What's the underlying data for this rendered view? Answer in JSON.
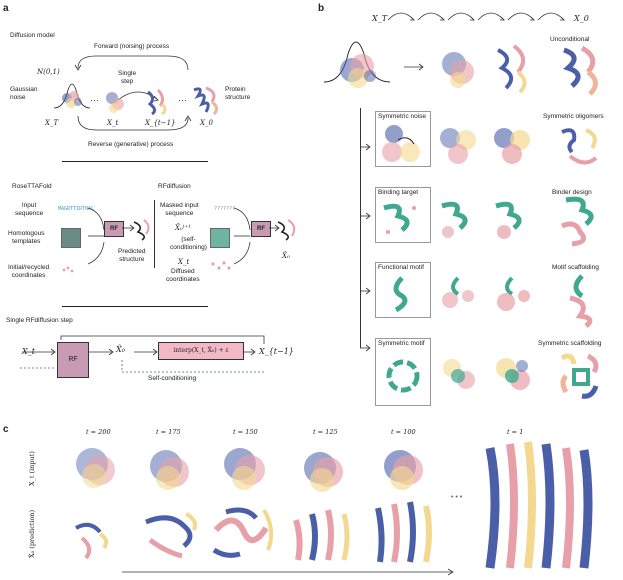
{
  "panel_a": {
    "letter": "a",
    "section1_title": "Diffusion model",
    "forward_process": "Forward (noising) process",
    "reverse_process": "Reverse (generative) process",
    "single_step": "Single\nstep",
    "gaussian_noise": "Gaussian\nnoise",
    "protein_structure": "Protein\nstructure",
    "normal_symbol": "N(0,1)",
    "x_T": "X_T",
    "x_t": "X_t",
    "x_t_minus_1": "X_{t−1}",
    "x_0": "X_0",
    "dots": "···",
    "rosettafold_title": "RoseTTAFold",
    "rfdiffusion_title": "RFdiffusion",
    "input_sequence": "Input\nsequence",
    "homologous_templates": "Homologous\ntemplates",
    "initial_recycled": "Initial/recycled\ncoordinates",
    "seq_text": "MAGRTTIRTNAL",
    "masked_seq_text": "???????",
    "rf_label": "RF",
    "predicted_structure": "Predicted\nstructure",
    "masked_input_sequence": "Masked input\nsequence",
    "self_conditioning_paren": "(self-\nconditioning)",
    "x0_hat_tplus1": "X̂₀ᵗ⁺¹",
    "xt_label": "X_t",
    "diffused_coordinates": "Diffused\ncoordinates",
    "x0_hat": "X̂₀",
    "single_step_title": "Single RFdiffusion step",
    "step_xt": "X_t",
    "step_rf": "RF",
    "step_x0hat": "X̂₀",
    "step_interp": "interp(X_t, X̂₀) + ε",
    "step_xt1": "X_{t−1}",
    "step_self_conditioning": "Self-conditioning"
  },
  "panel_b": {
    "letter": "b",
    "x_T": "X_T",
    "x_0": "X_0",
    "rows": [
      {
        "left": "",
        "right": "Unconditional"
      },
      {
        "left": "Symmetric noise",
        "right": "Symmetric oligomers"
      },
      {
        "left": "Binding target",
        "right": "Binder design"
      },
      {
        "left": "Functional motif",
        "right": "Motif scaffolding"
      },
      {
        "left": "Symmetric motif",
        "right": "Symmetric scaffolding"
      }
    ]
  },
  "panel_c": {
    "letter": "c",
    "timesteps": [
      "t = 200",
      "t = 175",
      "t = 150",
      "t = 125",
      "t = 100",
      "t = 1"
    ],
    "row1_label": "X_t (input)",
    "row2_label": "X̂₀ (prediction)",
    "ellipsis": "• • •"
  },
  "colors": {
    "blue": "#4a5fa8",
    "pink": "#e8a0a8",
    "salmon": "#f0b49a",
    "yellow": "#f3d890",
    "teal": "#3fa88e",
    "rf_box": "#c99ab4",
    "interp_box": "#f3b8c6"
  }
}
